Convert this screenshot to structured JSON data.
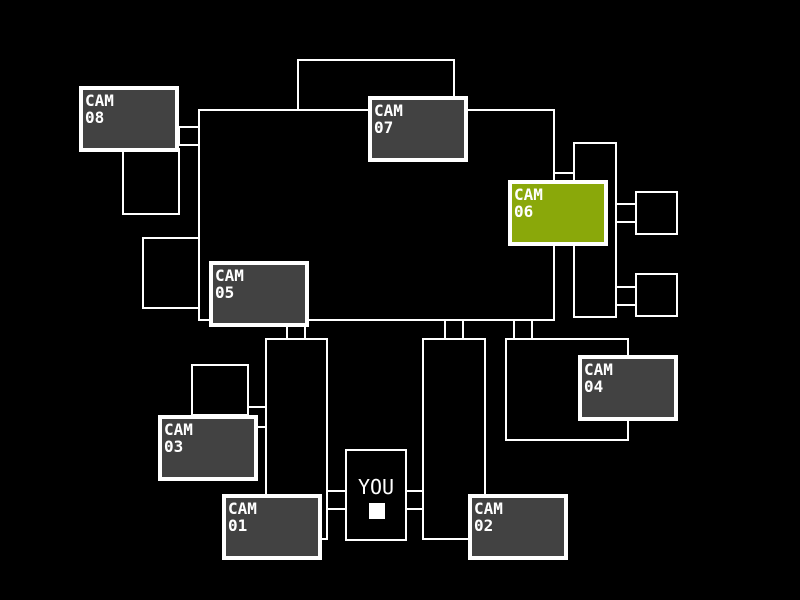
{
  "map": {
    "colors": {
      "background": "#000000",
      "lines": "#ffffff",
      "camera_idle": "#424242",
      "camera_selected": "#8aa80a",
      "label": "#ffffff"
    },
    "selected_camera": "06",
    "cameras": [
      {
        "id": "08",
        "label": "CAM\n08",
        "selected": false
      },
      {
        "id": "07",
        "label": "CAM\n07",
        "selected": false
      },
      {
        "id": "06",
        "label": "CAM\n06",
        "selected": true
      },
      {
        "id": "05",
        "label": "CAM\n05",
        "selected": false
      },
      {
        "id": "04",
        "label": "CAM\n04",
        "selected": false
      },
      {
        "id": "03",
        "label": "CAM\n03",
        "selected": false
      },
      {
        "id": "01",
        "label": "CAM\n01",
        "selected": false
      },
      {
        "id": "02",
        "label": "CAM\n02",
        "selected": false
      }
    ],
    "office": {
      "label": "YOU",
      "marker_icon": "you-square-icon"
    }
  }
}
